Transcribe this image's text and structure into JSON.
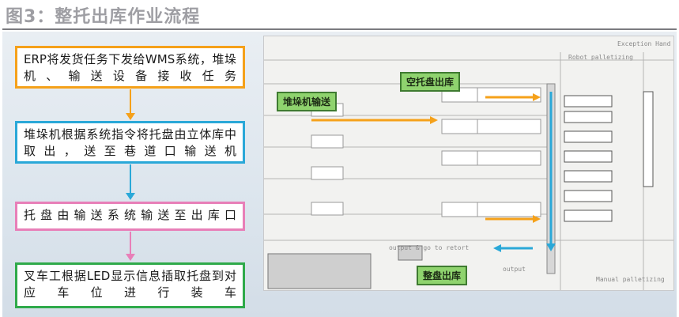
{
  "title": "图3：整托出库作业流程",
  "steps": [
    {
      "text": "ERP将发货任务下发给WMS系统，堆垛机、输送设备接收任务",
      "color": "#f5a11a"
    },
    {
      "text": "堆垛机根据系统指令将托盘由立体库中取出，送至巷道口输送机",
      "color": "#2aa8d8"
    },
    {
      "text": "托盘由输送系统输送至出库口",
      "color": "#e87fb8"
    },
    {
      "text": "叉车工根据LED显示信息插取托盘到对应车位进行装车",
      "color": "#2faa4a"
    }
  ],
  "photo_labels": {
    "stacker": "堆垛机输送",
    "empty_outbound": "空托盘出库",
    "full_outbound": "整盘出库"
  },
  "drawing_text": {
    "robot_palletizing": "Robot palletizing",
    "exception": "Exception Hand",
    "output_go": "output & go to retort",
    "output_input": "output",
    "manual": "Manual palletizing"
  }
}
